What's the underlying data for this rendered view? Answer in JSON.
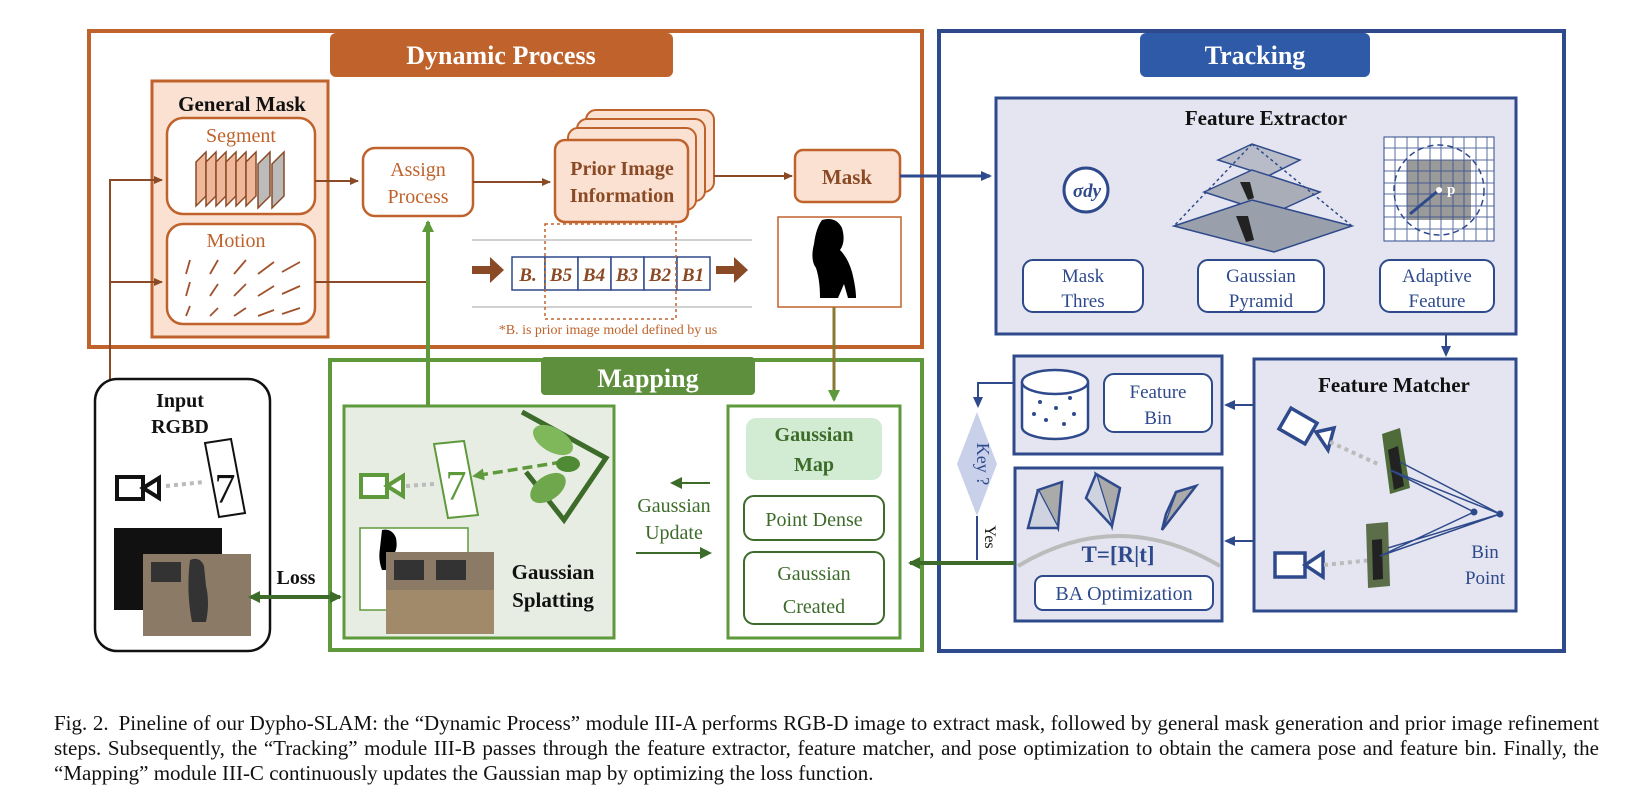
{
  "dynamic_process": {
    "title": "Dynamic Process",
    "general_mask": "General Mask",
    "segment": "Segment",
    "motion": "Motion",
    "assign_process": [
      "Assign",
      "Process"
    ],
    "prior_image": [
      "Prior Image",
      "Information"
    ],
    "mask": "Mask",
    "queue": [
      "B.",
      "B5",
      "B4",
      "B3",
      "B2",
      "B1"
    ],
    "footnote": "*B. is prior image model defined by us"
  },
  "tracking": {
    "title": "Tracking",
    "feature_extractor": "Feature Extractor",
    "sigma_symbol": "σdy",
    "mask_thres": [
      "Mask",
      "Thres"
    ],
    "gaussian_pyramid": [
      "Gaussian",
      "Pyramid"
    ],
    "adaptive_feature": [
      "Adaptive",
      "Feature"
    ],
    "grid_point_label": "p",
    "feature_matcher": "Feature Matcher",
    "feature_bin": [
      "Feature",
      "Bin"
    ],
    "bin_point": [
      "Bin",
      "Point"
    ],
    "key_query": "Key ?",
    "yes": "Yes",
    "pose_formula": "T=[R|t]",
    "ba_optimization": "BA  Optimization"
  },
  "mapping": {
    "title": "Mapping",
    "gaussian_splatting": [
      "Gaussian",
      "Splatting"
    ],
    "gaussian_update": [
      "Gaussian",
      "Update"
    ],
    "gaussian_map": [
      "Gaussian",
      "Map"
    ],
    "point_dense": "Point Dense",
    "gaussian_created": [
      "Gaussian",
      "Created"
    ]
  },
  "input": {
    "title": [
      "Input",
      "RGBD"
    ],
    "loss": "Loss"
  },
  "caption": {
    "label": "Fig. 2.",
    "text": "Pineline of our Dypho-SLAM: the “Dynamic Process” module III-A performs RGB-D image to extract mask, followed by general mask generation and prior image refinement steps. Subsequently, the “Tracking” module III-B passes through the feature extractor, feature matcher, and pose optimization to obtain the camera pose and feature bin. Finally, the “Mapping” module III-C continuously updates the Gaussian map by optimizing the loss function."
  },
  "colors": {
    "dynamic": "#c0622b",
    "tracking": "#2f4a8c",
    "mapping": "#5e9a3c",
    "black": "#111111"
  }
}
